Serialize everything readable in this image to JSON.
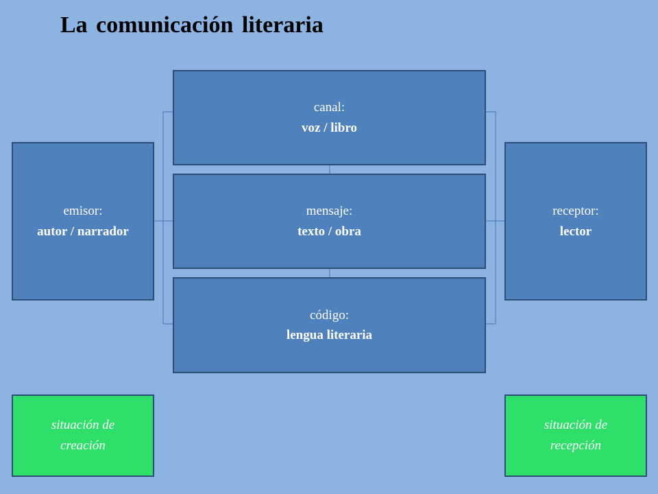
{
  "title": "La comunicación literaria",
  "canal": {
    "label": "canal:",
    "value": "voz / libro"
  },
  "mensaje": {
    "label": "mensaje:",
    "value": "texto / obra"
  },
  "codigo": {
    "label": "código:",
    "value": "lengua literaria"
  },
  "emisor": {
    "label": "emisor:",
    "value": "autor / narrador"
  },
  "receptor": {
    "label": "receptor:",
    "value": "lector"
  },
  "situacion_creacion": {
    "line1": "situación de",
    "line2": "creación"
  },
  "situacion_recepcion": {
    "line1": "situación de",
    "line2": "recepción"
  },
  "colors": {
    "background": "#8db3e2",
    "box_blue": "#4f81bd",
    "box_green": "#2ee06a",
    "border": "#2c4d75"
  }
}
